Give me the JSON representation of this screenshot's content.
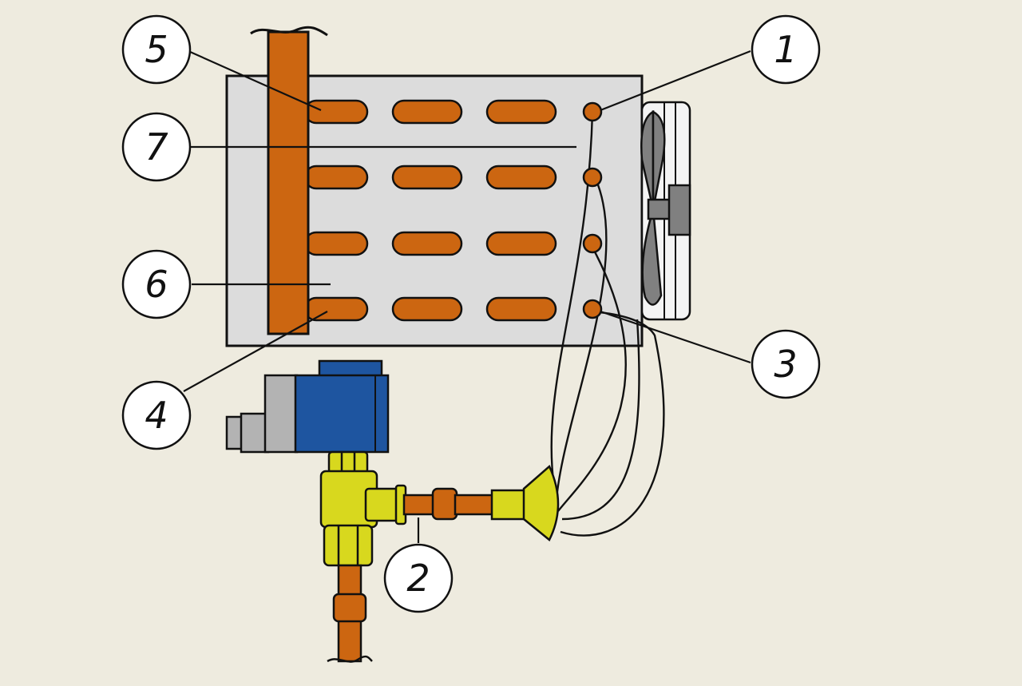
{
  "callouts": [
    {
      "id": "1",
      "number": "1"
    },
    {
      "id": "2",
      "number": "2"
    },
    {
      "id": "3",
      "number": "3"
    },
    {
      "id": "4",
      "number": "4"
    },
    {
      "id": "5",
      "number": "5"
    },
    {
      "id": "6",
      "number": "6"
    },
    {
      "id": "7",
      "number": "7"
    }
  ],
  "colors": {
    "background": "#eeebdf",
    "copper": "#cc6611",
    "evaporator_body": "#dcdcdc",
    "solenoid_coil": "#1e55a0",
    "solenoid_body": "#b3b3b3",
    "brass": "#d8d81e",
    "fan": "#808080",
    "outline": "#111111"
  },
  "icons": {
    "fan": "fan-icon",
    "solenoid_valve": "solenoid-valve-icon",
    "distributor": "distributor-icon"
  }
}
